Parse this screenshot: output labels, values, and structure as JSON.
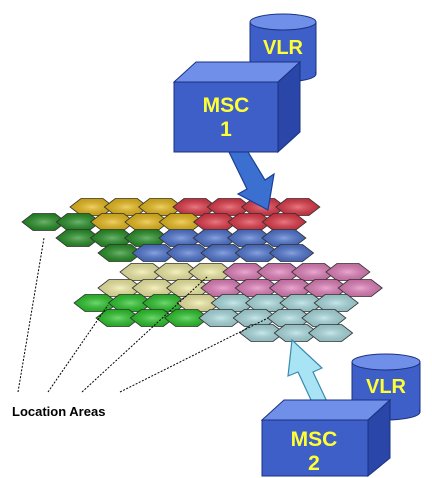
{
  "caption": "Location Areas",
  "nodes": {
    "vlr_1": "VLR",
    "msc_1": {
      "line1": "MSC",
      "line2": "1"
    },
    "vlr_2": "VLR",
    "msc_2": {
      "line1": "MSC",
      "line2": "2"
    }
  },
  "colors": {
    "box_front": "#3f5fc8",
    "box_top": "#6f8fe8",
    "box_side": "#2a46a8",
    "label": "#ffff33",
    "arrow_1": "#3b6fd0",
    "arrow_2": "#a8e4f4",
    "areas": {
      "upper_yellow": "#e8b810",
      "upper_red": "#e03040",
      "upper_green": "#1e8c1e",
      "upper_blue": "#4870d0",
      "lower_paleyellow": "#f0eca0",
      "lower_pink": "#e07ab8",
      "lower_green": "#22c422",
      "lower_cyan": "#a8dce0"
    }
  }
}
